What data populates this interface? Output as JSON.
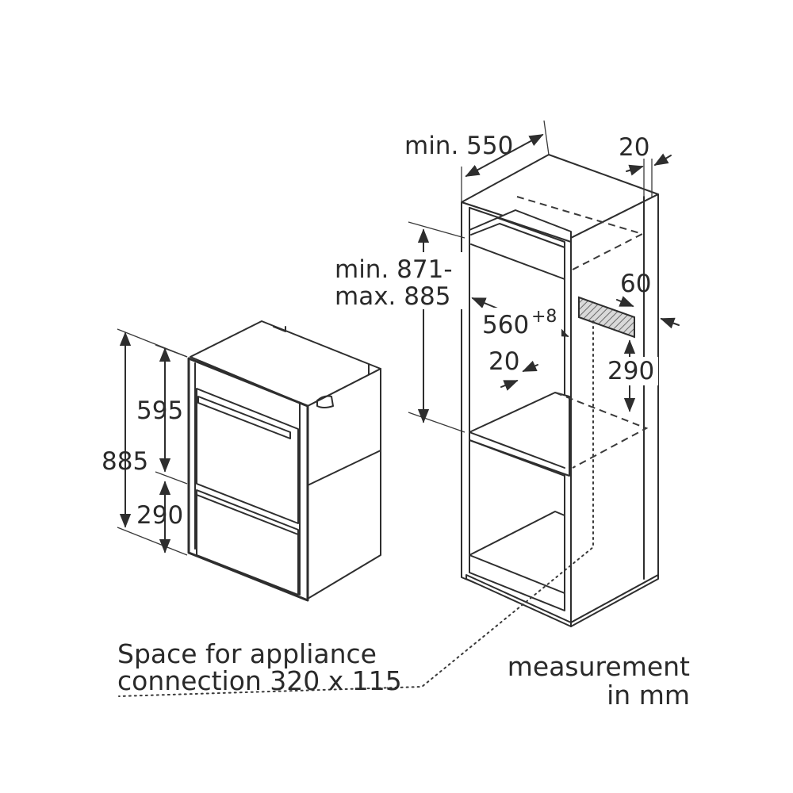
{
  "labels": {
    "cabinet_width": "min. 550",
    "panel_thickness": "20",
    "niche_height_min": "min. 871-",
    "niche_height_max": "max. 885",
    "niche_width": "560",
    "niche_width_tolerance": "+8",
    "vent_depth": "60",
    "shelf_thickness": "20",
    "vent_height": "290",
    "appliance_oven_height": "595",
    "appliance_total_height": "885",
    "appliance_drawer_height": "290"
  },
  "notes": {
    "connection_line1": "Space for appliance",
    "connection_line2": "connection 320 x 115",
    "unit_line1": "measurement",
    "unit_line2": "in mm"
  }
}
